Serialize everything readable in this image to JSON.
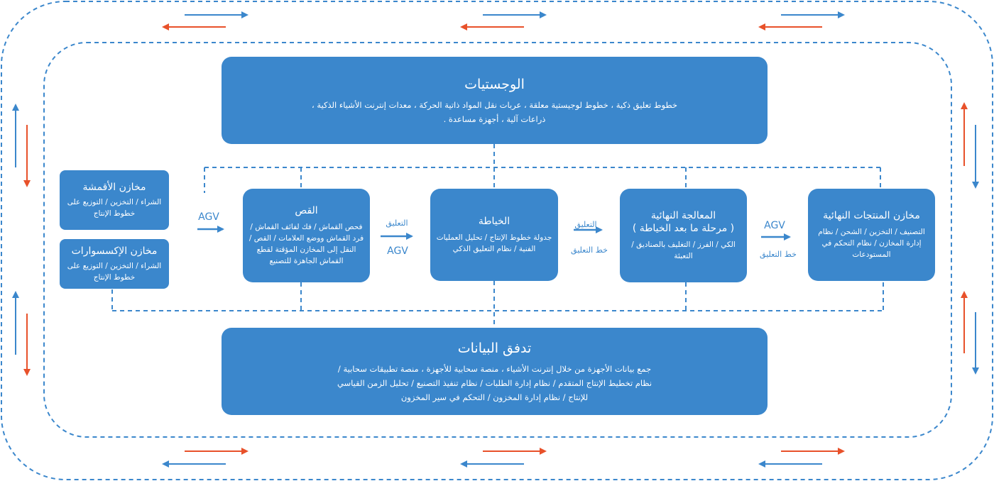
{
  "colors": {
    "box": "#3b87cc",
    "line": "#3b87cc",
    "arrow_blue": "#3b87cc",
    "arrow_red": "#e8512a"
  },
  "logistics": {
    "title": "الوجستيات",
    "desc_1": "خطوط تعليق ذكية ، خطوط لوجيستية معلقة ، عربات نقل المواد ذاتية الحركة ، معدات إنترنت الأشياء الذكية ،",
    "desc_2": "ذراعات آلية ، أجهزة مساعدة ."
  },
  "fabric_store": {
    "title": "مخازن الأقمشة",
    "desc": "الشراء / التخزين / التوزيع على خطوط الإنتاج"
  },
  "accessory_store": {
    "title": "مخازن الإكسسوارات",
    "desc": "الشراء / التخزين / التوزيع على خطوط الإنتاج"
  },
  "cutting": {
    "title": "القص",
    "desc": "فحص القماش / فك لفائف القماش / فرد القماش ووضع العلامات / القص / النقل إلى المخازن المؤقتة لقطع القماش الجاهزة للتصنيع"
  },
  "sewing": {
    "title": "الخياطة",
    "desc": "جدولة خطوط الإنتاج / تحليل العمليات الفنية / نظام التعليق الذكي"
  },
  "finishing": {
    "title_1": "المعالجة النهائية",
    "title_2": "( مرحلة ما بعد الخياطة )",
    "desc": "الكي / الفرز / التغليف بالصناديق / التعبئة"
  },
  "product_store": {
    "title": "مخازن المنتجات النهائية",
    "desc": "التصنيف / التخزين / الشحن / نظام إدارة المخازن / نظام التحكم في المستودعات"
  },
  "dataflow": {
    "title": "تدفق البيانات",
    "desc_1": "جمع بيانات الأجهزة من خلال إنترنت الأشياء ، منصة سحابية للأجهزة ، منصة تطبيقات سحابية /",
    "desc_2": "نظام تخطيط الإنتاج المتقدم / نظام إدارة الطلبات / نظام تنفيذ التصنيع / تحليل الزمن القياسي",
    "desc_3": "للإنتاج / نظام إدارة المخزون / التحكم في سير المخزون"
  },
  "connectors": {
    "agv_1": "AGV",
    "hang_1": "التعليق",
    "agv_2": "AGV",
    "hang_2": "التعليق",
    "hangline_1": "خط التعليق",
    "agv_3": "AGV",
    "hangline_2": "خط التعليق"
  }
}
